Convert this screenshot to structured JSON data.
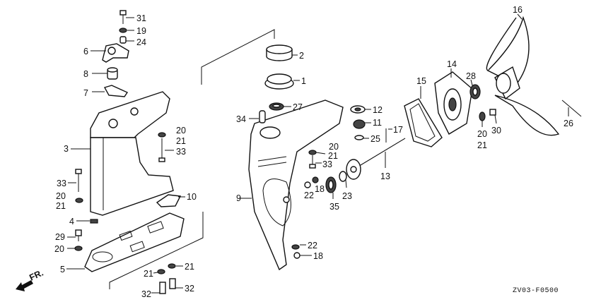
{
  "diagram": {
    "title_code": "ZV03-F0500",
    "front_indicator": "FR.",
    "callouts": [
      "31",
      "19",
      "24",
      "6",
      "8",
      "7",
      "20",
      "21",
      "33",
      "3",
      "33",
      "20",
      "21",
      "10",
      "4",
      "29",
      "20",
      "5",
      "21",
      "21",
      "32",
      "32",
      "2",
      "1",
      "27",
      "34",
      "12",
      "11",
      "25",
      "17",
      "20",
      "21",
      "33",
      "13",
      "18",
      "22",
      "23",
      "35",
      "9",
      "22",
      "18",
      "15",
      "14",
      "28",
      "16",
      "20",
      "21",
      "30",
      "26"
    ]
  }
}
